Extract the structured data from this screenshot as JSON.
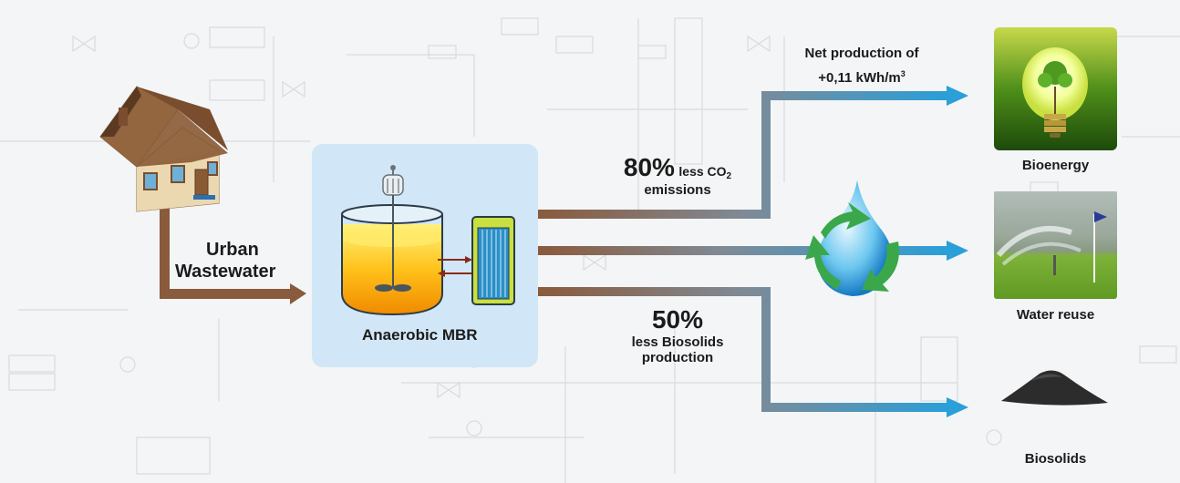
{
  "source": {
    "label_line1": "Urban",
    "label_line2": "Wastewater"
  },
  "reactor": {
    "label": "Anaerobic MBR"
  },
  "benefits": {
    "co2_pct": "80%",
    "co2_text_a": "less CO",
    "co2_sub": "2",
    "co2_text_b": "emissions",
    "biosolids_pct": "50%",
    "biosolids_text_a": "less Biosolids",
    "biosolids_text_b": "production",
    "energy_line1": "Net production of",
    "energy_line2": "+0,11 kWh/m",
    "energy_sup": "3"
  },
  "outputs": {
    "bioenergy": "Bioenergy",
    "water_reuse": "Water reuse",
    "biosolids": "Biosolids"
  },
  "colors": {
    "brown_pipe": "#8a5a3c",
    "blue_pipe": "#2a9fd8",
    "panel": "#cde6f7"
  }
}
